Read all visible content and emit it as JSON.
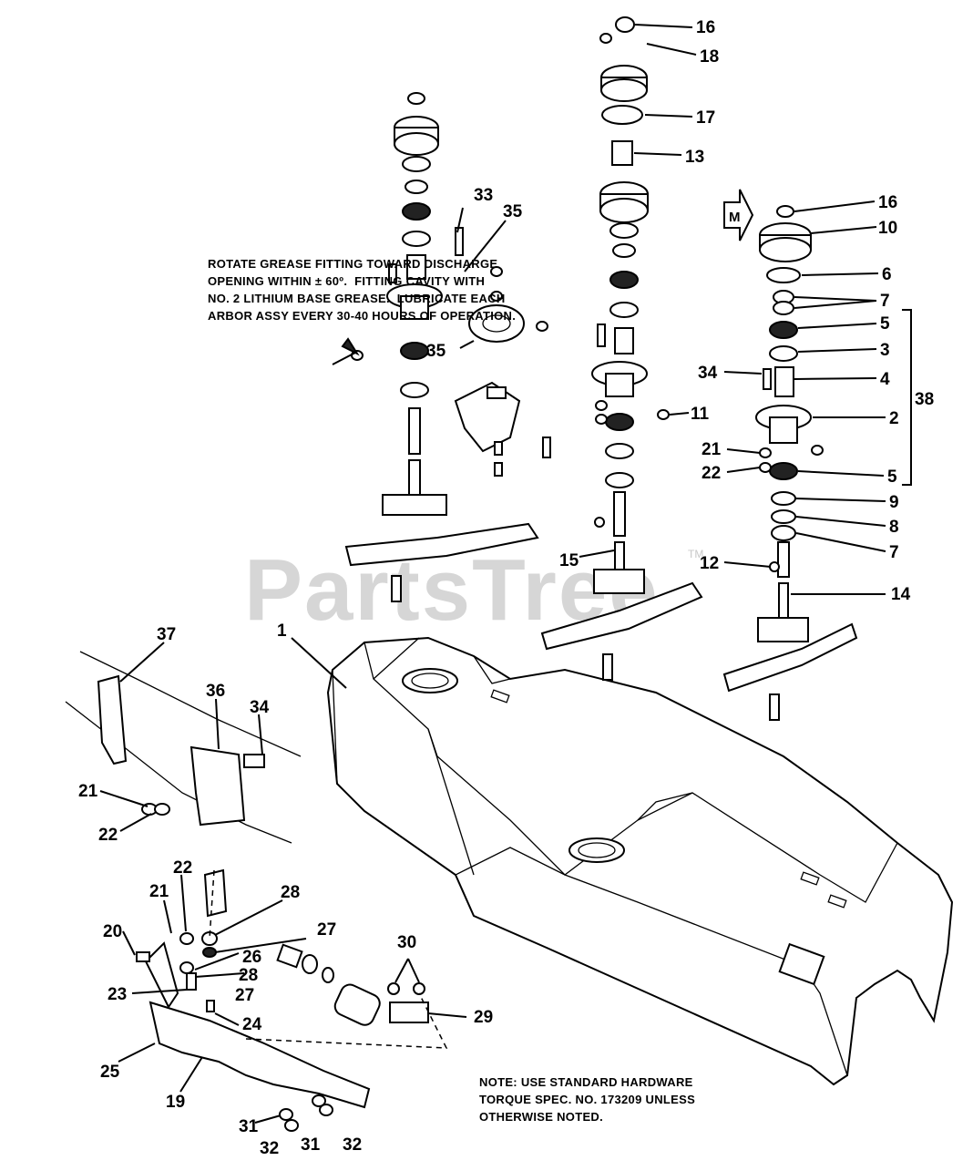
{
  "watermark": {
    "text": "PartsTree",
    "tm": "TM"
  },
  "notes": {
    "grease": "ROTATE GREASE FITTING TOWARD DISCHARGE\nOPENING WITHIN ± 60º.  FITTING CAVITY WITH\nNO. 2 LITHIUM BASE GREASE.  LUBRICATE EACH\nARBOR ASSY EVERY 30-40 HOURS OF OPERATION.",
    "hardware": "NOTE: USE STANDARD HARDWARE\nTORQUE SPEC. NO. 173209 UNLESS\nOTHERWISE NOTED."
  },
  "direction_marker": "M",
  "callouts": [
    "16",
    "18",
    "17",
    "13",
    "16",
    "10",
    "6",
    "7",
    "5",
    "3",
    "4",
    "2",
    "5",
    "9",
    "8",
    "7",
    "14",
    "38",
    "34",
    "21",
    "22",
    "12",
    "11",
    "15",
    "33",
    "35",
    "35",
    "1",
    "37",
    "36",
    "34",
    "21",
    "22",
    "22",
    "21",
    "28",
    "27",
    "20",
    "26",
    "28",
    "27",
    "23",
    "24",
    "25",
    "19",
    "30",
    "29",
    "31",
    "32",
    "31",
    "32"
  ]
}
